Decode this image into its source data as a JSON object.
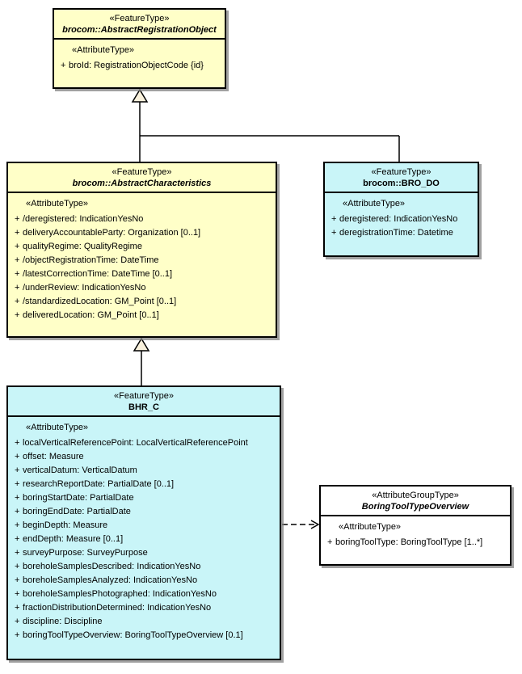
{
  "colors": {
    "yellow_fill": "#FFFFC8",
    "cyan_fill": "#C9F5F8",
    "white_fill": "#FFFFFF",
    "border": "#000000",
    "shadow": "#828282",
    "triangle_fill": "#F9F1DC"
  },
  "classes": {
    "abstract_registration_object": {
      "stereotype": "«FeatureType»",
      "name": "brocom::AbstractRegistrationObject",
      "attr_stereotype": "«AttributeType»",
      "attributes": [
        {
          "vis": "+",
          "label": "broId: RegistrationObjectCode {id}"
        }
      ]
    },
    "abstract_characteristics": {
      "stereotype": "«FeatureType»",
      "name": "brocom::AbstractCharacteristics",
      "attr_stereotype": "«AttributeType»",
      "attributes": [
        {
          "vis": "+",
          "label": "/deregistered: IndicationYesNo"
        },
        {
          "vis": "+",
          "label": "deliveryAccountableParty: Organization [0..1]"
        },
        {
          "vis": "+",
          "label": "qualityRegime: QualityRegime"
        },
        {
          "vis": "+",
          "label": "/objectRegistrationTime: DateTime"
        },
        {
          "vis": "+",
          "label": "/latestCorrectionTime: DateTime [0..1]"
        },
        {
          "vis": "+",
          "label": "/underReview: IndicationYesNo"
        },
        {
          "vis": "+",
          "label": "/standardizedLocation: GM_Point [0..1]"
        },
        {
          "vis": "+",
          "label": "deliveredLocation: GM_Point [0..1]"
        }
      ]
    },
    "bro_do": {
      "stereotype": "«FeatureType»",
      "name": "brocom::BRO_DO",
      "attr_stereotype": "«AttributeType»",
      "attributes": [
        {
          "vis": "+",
          "label": "deregistered: IndicationYesNo"
        },
        {
          "vis": "+",
          "label": "deregistrationTime: Datetime"
        }
      ]
    },
    "bhr_c": {
      "stereotype": "«FeatureType»",
      "name": "BHR_C",
      "attr_stereotype": "«AttributeType»",
      "attributes": [
        {
          "vis": "+",
          "label": "localVerticalReferencePoint: LocalVerticalReferencePoint"
        },
        {
          "vis": "+",
          "label": "offset: Measure"
        },
        {
          "vis": "+",
          "label": "verticalDatum: VerticalDatum"
        },
        {
          "vis": "+",
          "label": "researchReportDate: PartialDate [0..1]"
        },
        {
          "vis": "+",
          "label": "boringStartDate: PartialDate"
        },
        {
          "vis": "+",
          "label": "boringEndDate: PartialDate"
        },
        {
          "vis": "+",
          "label": "beginDepth: Measure"
        },
        {
          "vis": "+",
          "label": "endDepth: Measure [0..1]"
        },
        {
          "vis": "+",
          "label": "surveyPurpose: SurveyPurpose"
        },
        {
          "vis": "+",
          "label": "boreholeSamplesDescribed: IndicationYesNo"
        },
        {
          "vis": "+",
          "label": "boreholeSamplesAnalyzed: IndicationYesNo"
        },
        {
          "vis": "+",
          "label": "boreholeSamplesPhotographed: IndicationYesNo"
        },
        {
          "vis": "+",
          "label": "fractionDistributionDetermined: IndicationYesNo"
        },
        {
          "vis": "+",
          "label": "discipline: Discipline"
        },
        {
          "vis": "+",
          "label": "boringToolTypeOverview: BoringToolTypeOverview [0.1]"
        }
      ]
    },
    "boring_tool_type_overview": {
      "stereotype": "«AttributeGroupType»",
      "name": "BoringToolTypeOverview",
      "attr_stereotype": "«AttributeType»",
      "attributes": [
        {
          "vis": "+",
          "label": "boringToolType: BoringToolType [1..*]"
        }
      ]
    }
  },
  "relationships": [
    {
      "type": "generalization",
      "from": "brocom::AbstractCharacteristics",
      "to": "brocom::AbstractRegistrationObject"
    },
    {
      "type": "generalization",
      "from": "brocom::BRO_DO",
      "to": "brocom::AbstractRegistrationObject"
    },
    {
      "type": "generalization",
      "from": "BHR_C",
      "to": "brocom::AbstractCharacteristics"
    },
    {
      "type": "dependency",
      "from": "BHR_C",
      "to": "BoringToolTypeOverview"
    }
  ]
}
